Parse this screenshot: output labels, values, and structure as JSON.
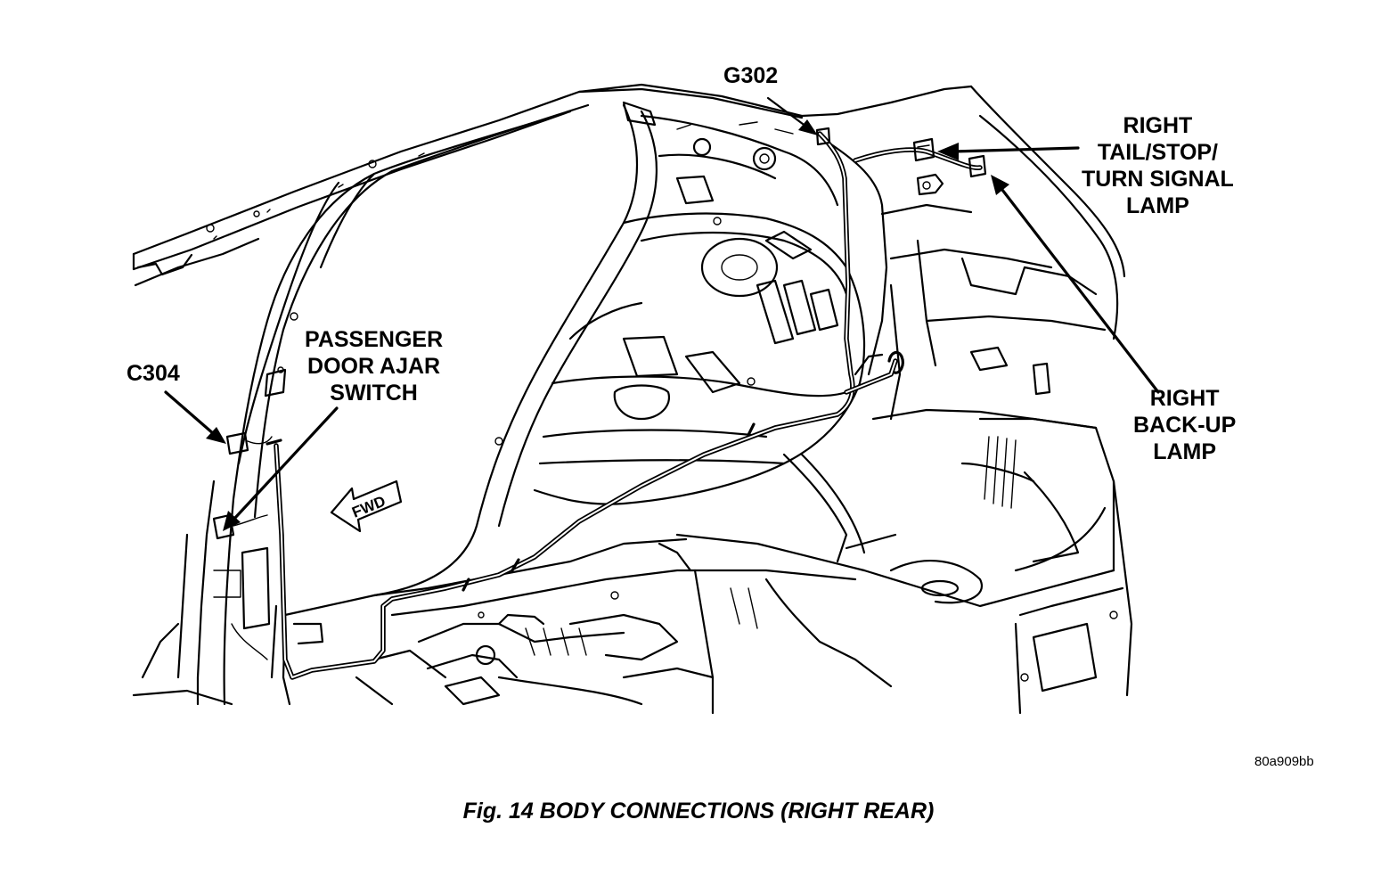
{
  "figure": {
    "caption": "Fig. 14 BODY CONNECTIONS (RIGHT REAR)",
    "image_code": "80a909bb"
  },
  "labels": {
    "g302": "G302",
    "c304": "C304",
    "passenger_switch": [
      "PASSENGER",
      "DOOR AJAR",
      "SWITCH"
    ],
    "tail_lamp": [
      "RIGHT",
      "TAIL/STOP/",
      "TURN SIGNAL",
      "LAMP"
    ],
    "backup_lamp": [
      "RIGHT",
      "BACK-UP",
      "LAMP"
    ],
    "fwd": "FWD"
  }
}
